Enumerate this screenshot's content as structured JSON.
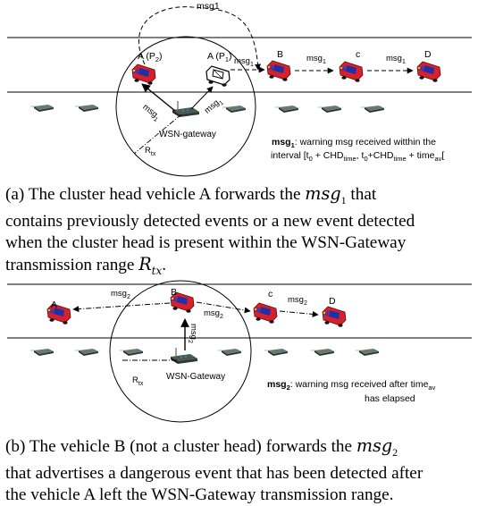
{
  "panel_a": {
    "labels": {
      "msg1_top": "msg1",
      "car_a_p2": "A (P",
      "car_a_p2_sub": "2",
      "car_a_p1": "A (P",
      "car_a_p1_sub": "1",
      "close_paren": ")",
      "msg_base": "msg",
      "sub1": "1",
      "car_b": "B",
      "car_c": "c",
      "car_d": "D",
      "gateway": "WSN-gateway",
      "r_base": "R",
      "r_sub": "tx"
    },
    "note": {
      "bold": "msg",
      "bold_sub": "1",
      "line1_rest": ": warning msg received witthin the",
      "line2_a": "interval [t",
      "sub0": "0",
      "line2_b": " + CHD",
      "sub_time": "time",
      "line2_c": ", t",
      "line2_d": "+CHD",
      "line2_e": "  + time",
      "sub_av": "av",
      "line2_f": "["
    },
    "caption": {
      "line1_a": "(a) The cluster head vehicle A forwards the ",
      "line1_math": "msg",
      "line1_math_sub": "1",
      "line1_b": " that",
      "line2": "contains previously detected events or a new event detected",
      "line3": "when the cluster head is present within the WSN-Gateway",
      "line4_a": "transmission range ",
      "line4_math": "R",
      "line4_math_sub": "tx",
      "line4_b": "."
    }
  },
  "panel_b": {
    "labels": {
      "car_a": "A",
      "car_b": "B",
      "car_c": "c",
      "car_d": "D",
      "msg_base": "msg",
      "sub2": "2",
      "gateway": "WSN-Gateway",
      "r_base": "R",
      "r_sub": "tx"
    },
    "note": {
      "bold": "msg",
      "bold_sub": "2",
      "line1_rest": ": warning msg received after time",
      "sub_av": "av",
      "line2": "has elapsed"
    },
    "caption": {
      "line1_a": "(b) The vehicle B (not a cluster head) forwards the ",
      "line1_math": "msg",
      "line1_math_sub": "2",
      "line2": "that advertises a dangerous event that has been detected after",
      "line3": "the vehicle A left the WSN-Gateway transmission range."
    }
  },
  "colors": {
    "car_body": "#d8202a",
    "car_window": "#1f2fa8",
    "sensor_body": "#2b3a2e",
    "sensor_led": "#3c78d8"
  }
}
